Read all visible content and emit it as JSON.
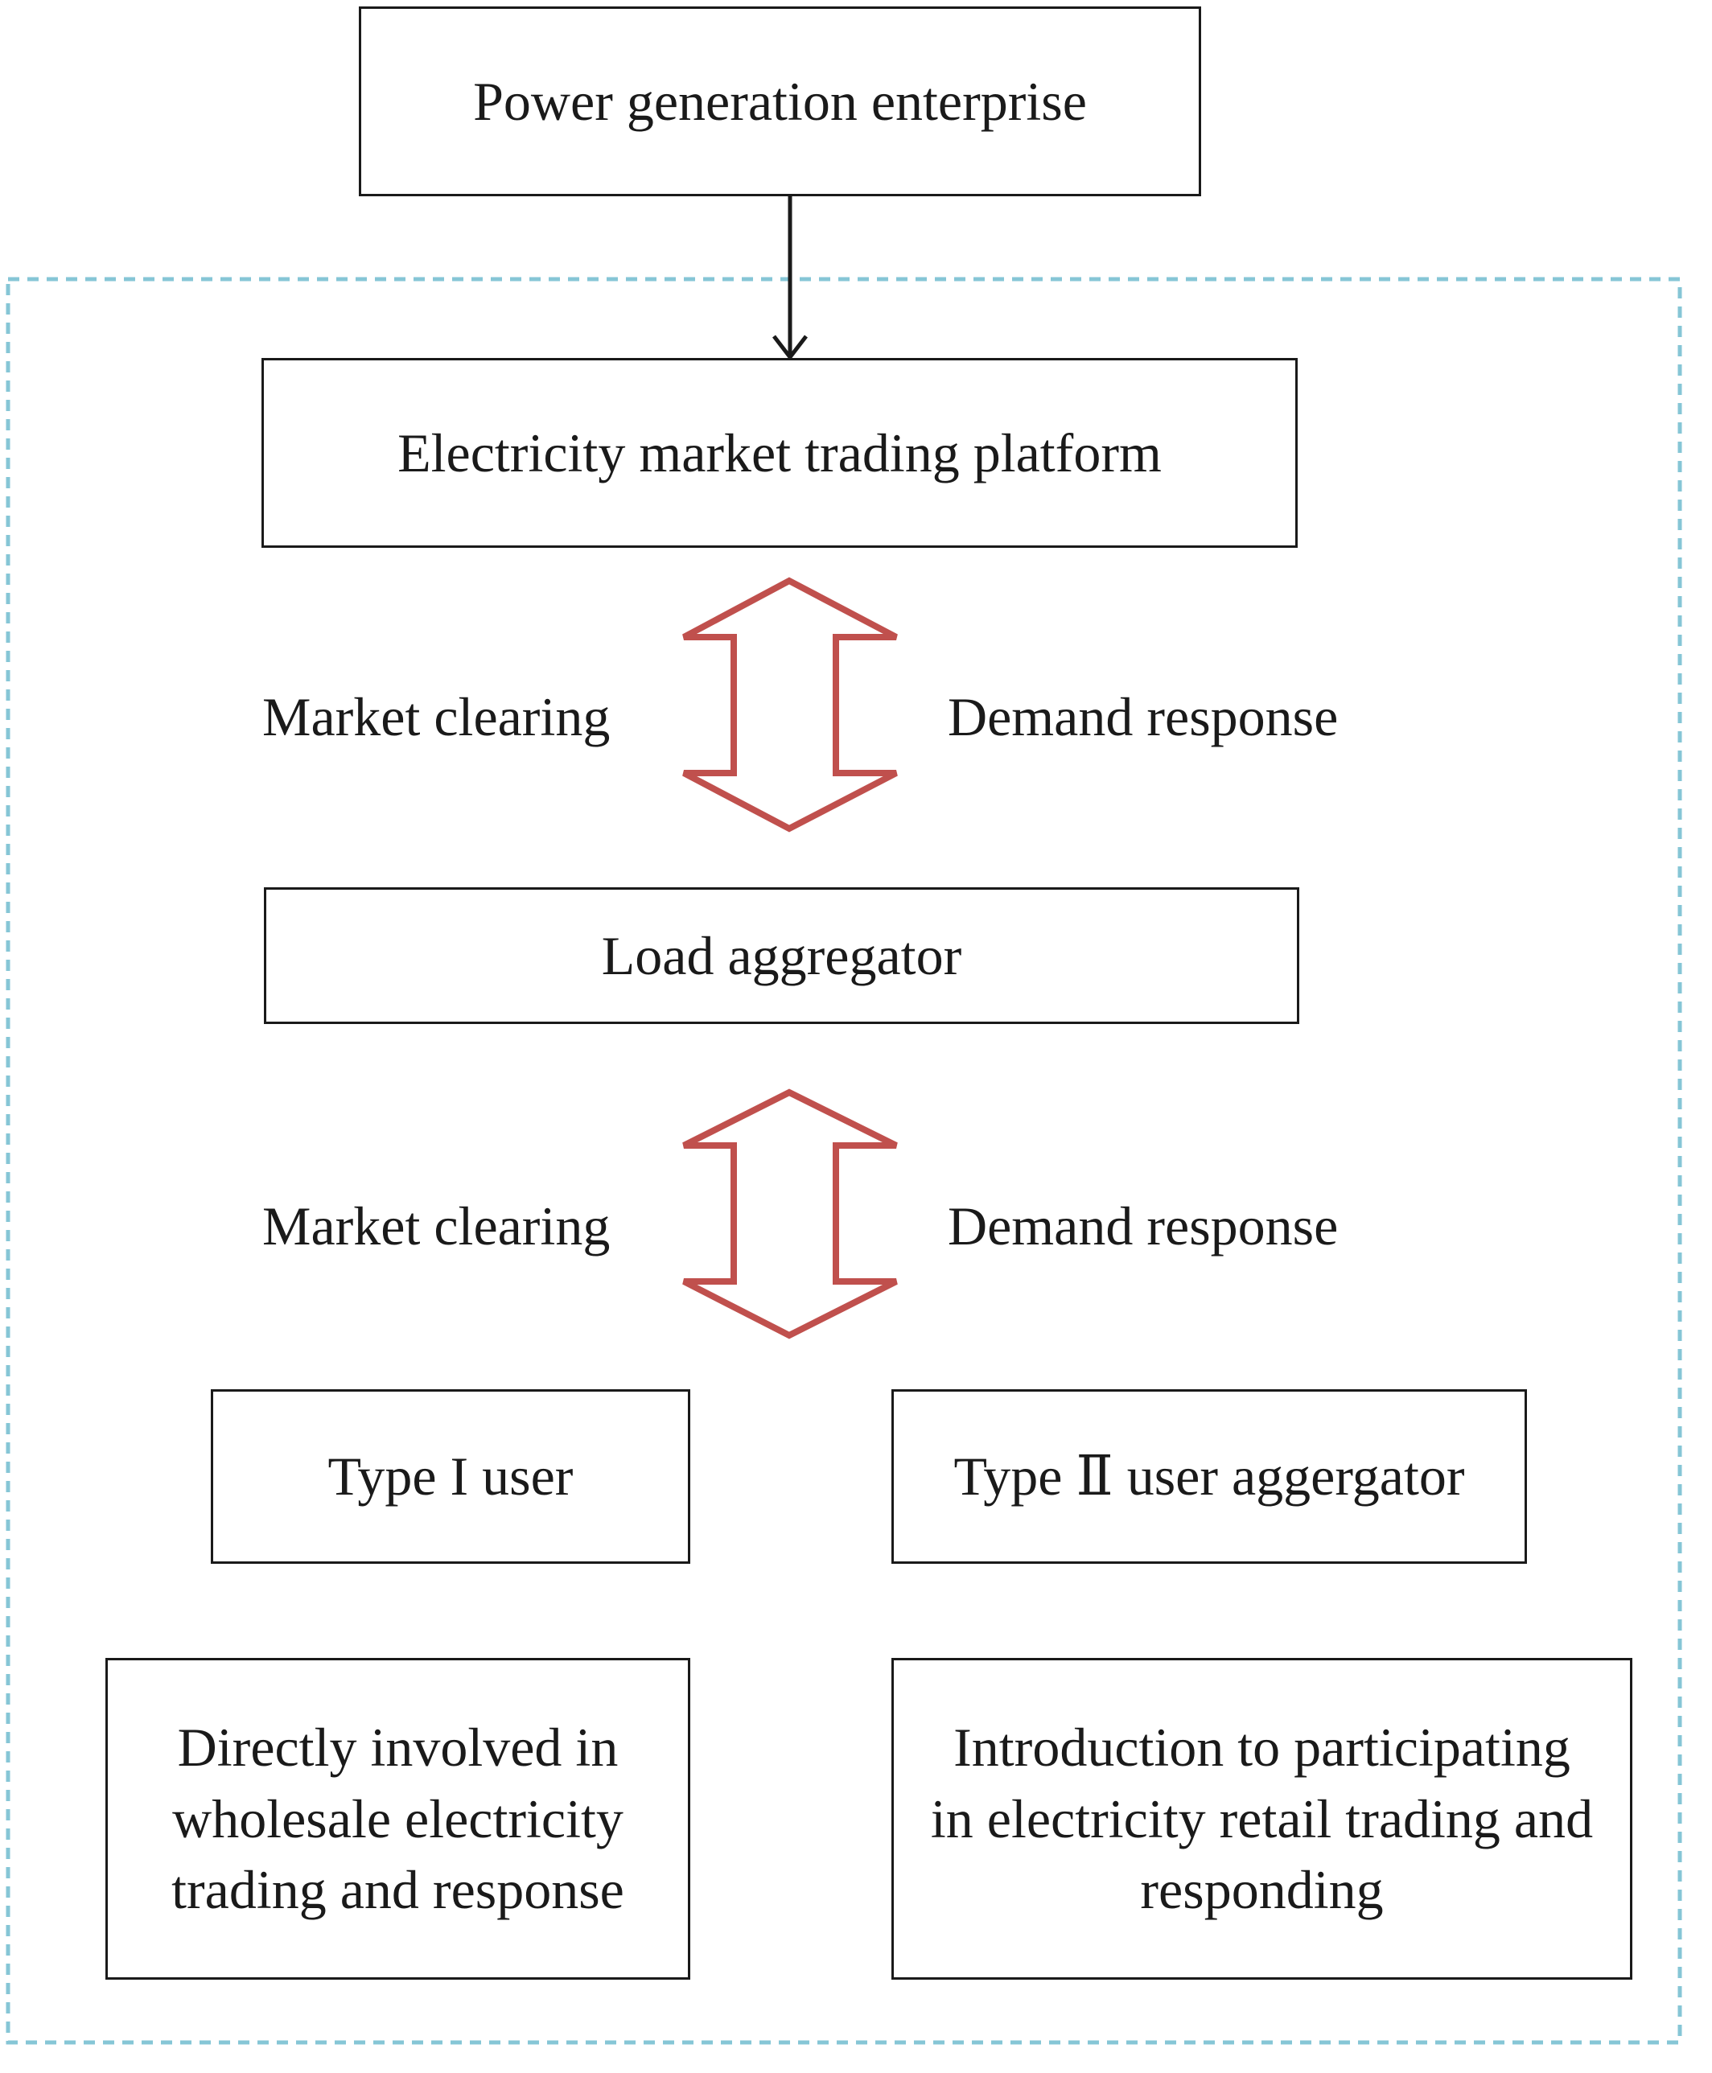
{
  "nodes": {
    "power_generation": "Power generation enterprise",
    "trading_platform": "Electricity market trading platform",
    "load_aggregator": "Load aggregator",
    "type1_user": "Type I user",
    "type2_aggregator": "Type Ⅱ user aggergator",
    "type1_description": "Directly involved in wholesale electricity trading and response",
    "type2_description": "Introduction to participating in electricity retail trading and responding"
  },
  "edges": {
    "upper_left_label": "Market clearing",
    "upper_right_label": "Demand response",
    "lower_left_label": "Market clearing",
    "lower_right_label": "Demand response"
  },
  "colors": {
    "dashed_border": "#86c6d6",
    "double_arrow": "#c0504d",
    "line": "#1a1a1a"
  }
}
